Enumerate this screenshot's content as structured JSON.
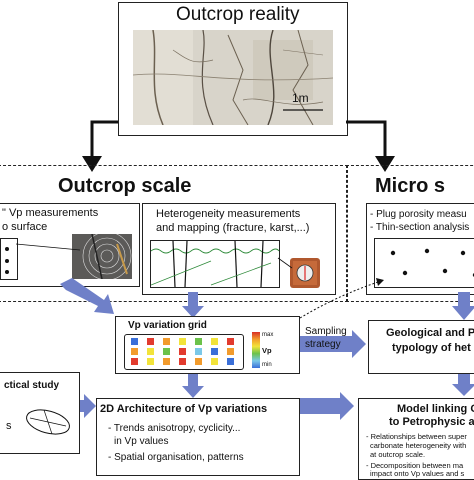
{
  "outcrop_reality": {
    "title": "Outcrop reality",
    "scale_label": "1m"
  },
  "outcrop_scale": {
    "title": "Outcrop scale",
    "vp_meas_line1": "\" Vp measurements",
    "vp_meas_line2": "o surface",
    "hetero_line1": "Heterogeneity measurements",
    "hetero_line2": "and mapping (fracture, karst,...)"
  },
  "micro_scale": {
    "title": "Micro s",
    "plug_line": "- Plug  porosity measu",
    "thin_line": "- Thin-section analysis"
  },
  "vp_grid": {
    "title": "Vp variation grid",
    "legend_label": "Vp",
    "legend_max": "max",
    "legend_min": "min",
    "cells": [
      {
        "color": "#3a6fd8"
      },
      {
        "color": "#e23b2e"
      },
      {
        "color": "#f29b2c"
      },
      {
        "color": "#f2e33a"
      },
      {
        "color": "#6cc24a"
      },
      {
        "color": "#f2e33a"
      },
      {
        "color": "#e23b2e"
      },
      {
        "color": "#f29b2c"
      },
      {
        "color": "#f2e33a"
      },
      {
        "color": "#6cc24a"
      },
      {
        "color": "#e23b2e"
      },
      {
        "color": "#7bc8e8"
      },
      {
        "color": "#3a6fd8"
      },
      {
        "color": "#f29b2c"
      },
      {
        "color": "#e23b2e"
      },
      {
        "color": "#f2e33a"
      },
      {
        "color": "#f29b2c"
      },
      {
        "color": "#e23b2e"
      },
      {
        "color": "#f29b2c"
      },
      {
        "color": "#f2e33a"
      },
      {
        "color": "#3a6fd8"
      }
    ]
  },
  "sampling": {
    "line1": "Sampling",
    "line2": "strategy"
  },
  "geological": {
    "line1": "Geological and P",
    "line2": "typology of het"
  },
  "statistical": {
    "title": "ctical study",
    "side": "s"
  },
  "architecture": {
    "title": "2D Architecture of Vp variations",
    "item1_line1": "- Trends anisotropy, cyclicity...",
    "item1_line2": "  in Vp values",
    "item2": "- Spatial organisation, patterns"
  },
  "model": {
    "line1": "Model linking G",
    "line2": "to Petrophysic and",
    "b1_1": "- Relationships between super",
    "b1_2": "carbonate heterogeneity with",
    "b1_3": "at outcrop scale.",
    "b2_1": "- Decomposition between ma",
    "b2_2": "impact onto Vp values and s"
  }
}
